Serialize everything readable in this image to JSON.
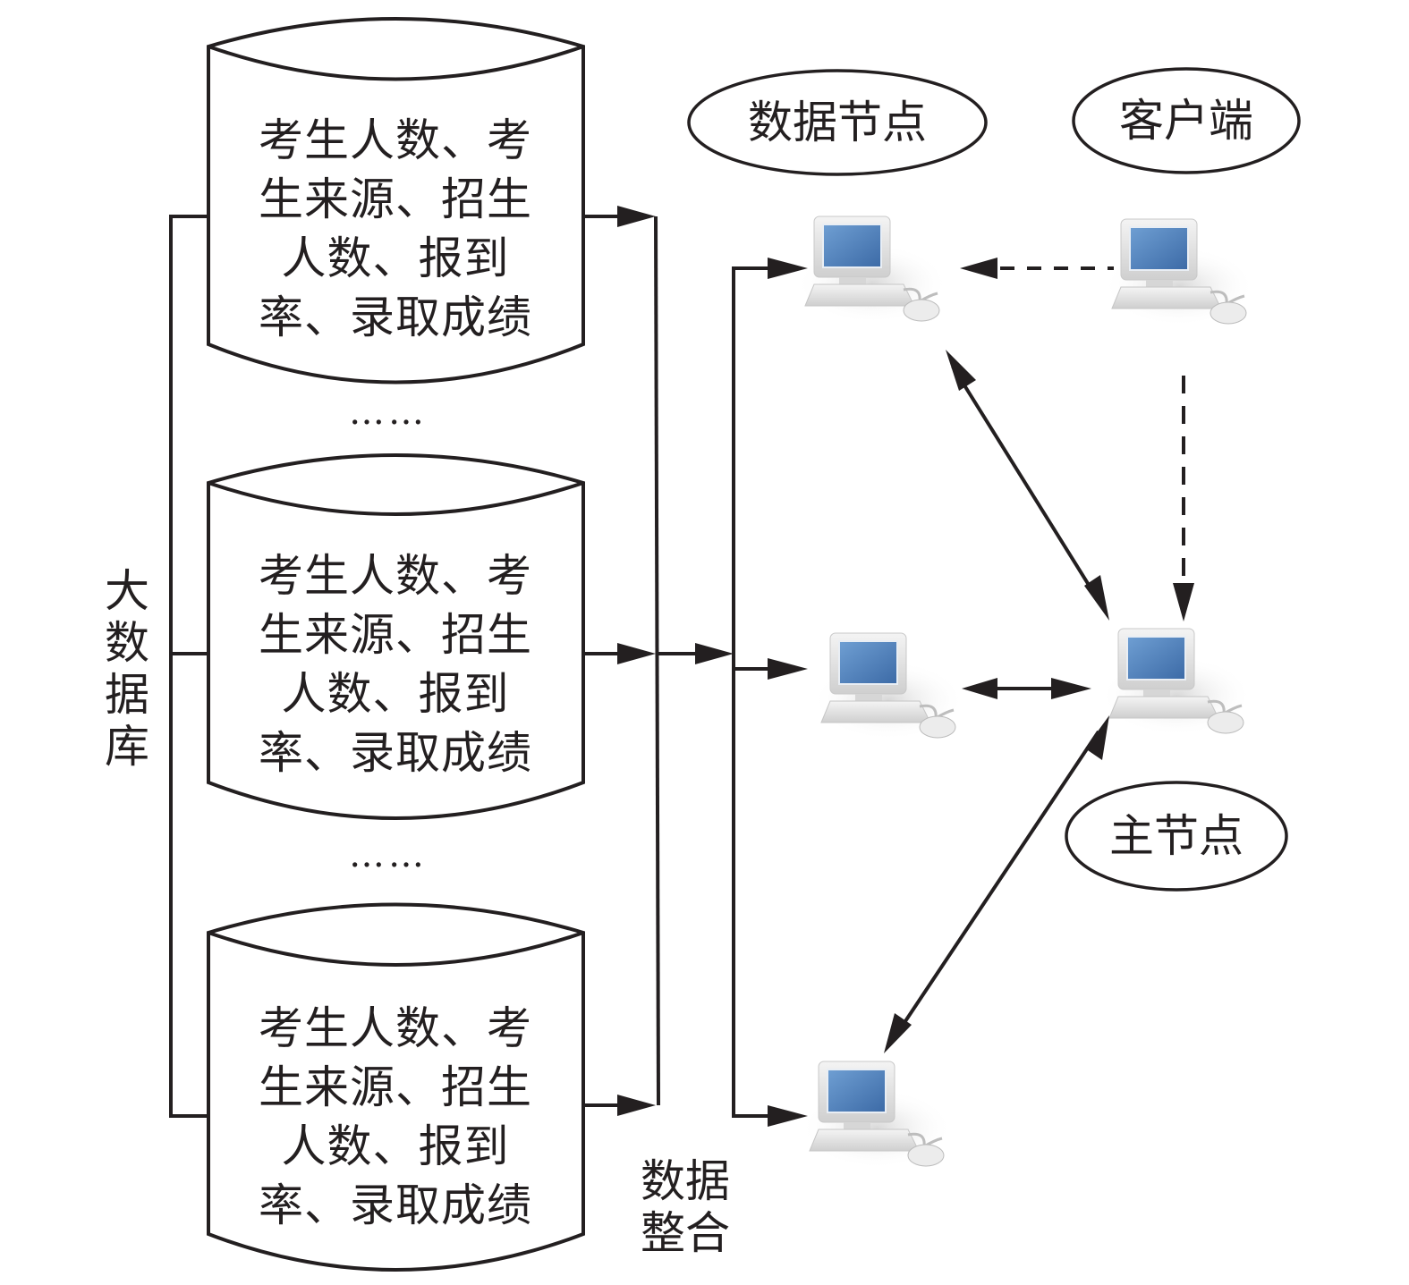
{
  "databases": [
    {
      "lines": [
        "考生人数、考",
        "生来源、招生",
        "人数、报到",
        "率、录取成绩"
      ]
    },
    {
      "lines": [
        "考生人数、考",
        "生来源、招生",
        "人数、报到",
        "率、录取成绩"
      ]
    },
    {
      "lines": [
        "考生人数、考",
        "生来源、招生",
        "人数、报到",
        "率、录取成绩"
      ]
    }
  ],
  "ellipsis": "……",
  "big_database_label": [
    "大",
    "数",
    "据",
    "库"
  ],
  "data_integration_label": [
    "数据",
    "整合"
  ],
  "nodes": {
    "data_node_label": "数据节点",
    "client_label": "客户端",
    "master_node_label": "主节点"
  },
  "colors": {
    "line": "#231f20",
    "screen": "#4a7db8",
    "computer_body": "#e6e6e6"
  }
}
